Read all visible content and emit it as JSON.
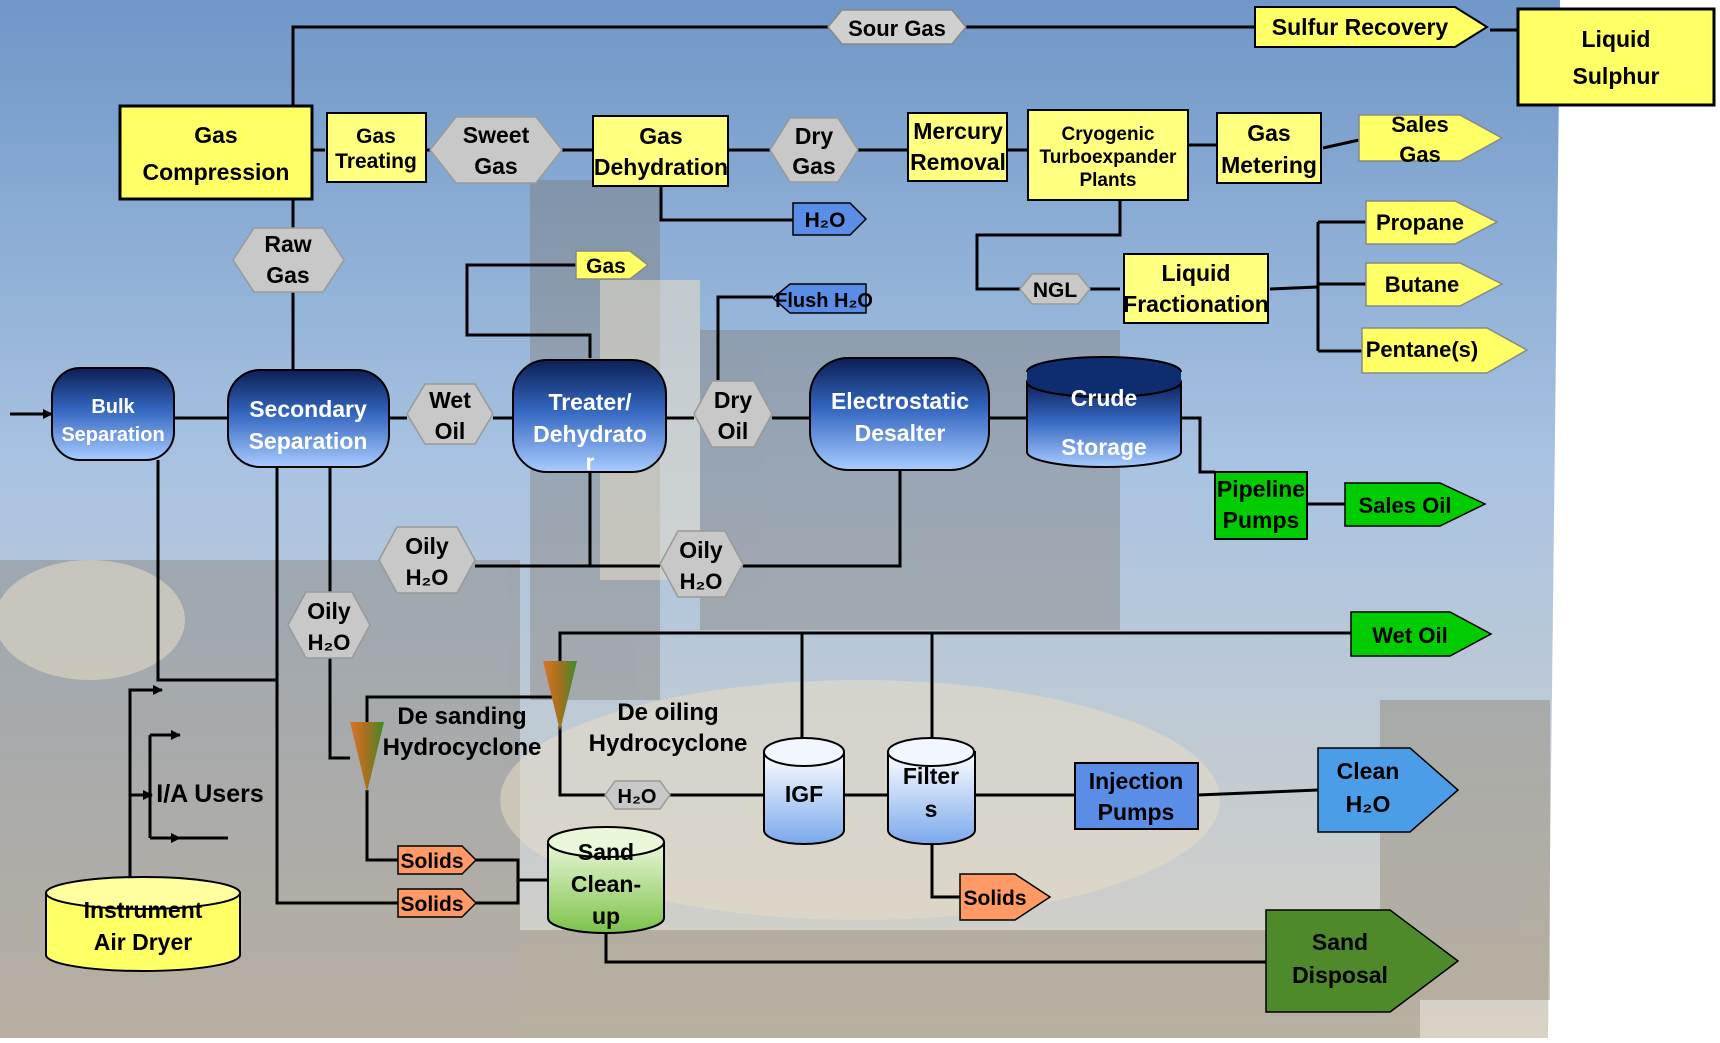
{
  "colors": {
    "yellow": "#ffff80",
    "grey": "#c8c8c8",
    "blue_light": "#9ec3f5",
    "blue_dark": "#0e2d6e",
    "green": "#00cc00",
    "green_dark": "#4e8a2a",
    "green_light": "#b7df8a",
    "orange": "#ff9966",
    "sky": "#8fb3d9"
  },
  "labels": {
    "sour_gas": "Sour Gas",
    "sulfur_recovery": "Sulfur Recovery",
    "liquid_sulphur": [
      "Liquid",
      "Sulphur"
    ],
    "gas_compression": [
      "Gas",
      "Compression"
    ],
    "gas_treating": [
      "Gas",
      "Treating"
    ],
    "sweet_gas": [
      "Sweet",
      "Gas"
    ],
    "gas_dehydration": [
      "Gas",
      "Dehydration"
    ],
    "dry_gas": [
      "Dry",
      "Gas"
    ],
    "mercury_removal": [
      "Mercury",
      "Removal"
    ],
    "cryogenic": [
      "Cryogenic",
      "Turboexpander",
      "Plants"
    ],
    "gas_metering": [
      "Gas",
      "Metering"
    ],
    "sales_gas": [
      "Sales",
      "Gas"
    ],
    "raw_gas": [
      "Raw",
      "Gas"
    ],
    "h2o_dehy": "H₂O",
    "gas_small": "Gas",
    "flush_h2o": "Flush H₂O",
    "ngl": "NGL",
    "liquid_fractionation": [
      "Liquid",
      "Fractionation"
    ],
    "propane": "Propane",
    "butane": "Butane",
    "pentanes": "Pentane(s)",
    "bulk_separation": [
      "Bulk",
      "Separation"
    ],
    "secondary_separation": [
      "Secondary",
      "Separation"
    ],
    "wet_oil_hex": [
      "Wet",
      "Oil"
    ],
    "treater": [
      "Treater/",
      "Dehydrato",
      "r"
    ],
    "dry_oil": [
      "Dry",
      "Oil"
    ],
    "electrostatic": [
      "Electrostatic",
      "Desalter"
    ],
    "crude_storage": [
      "Crude",
      "Storage"
    ],
    "pipeline_pumps": [
      "Pipeline",
      "Pumps"
    ],
    "sales_oil": "Sales Oil",
    "oily_h2o": [
      "Oily",
      "H₂O"
    ],
    "wet_oil_out": "Wet Oil",
    "desanding": [
      "De sanding",
      "Hydrocyclone"
    ],
    "deoiling": [
      "De oiling",
      "Hydrocyclone"
    ],
    "h2o_small": "H₂O",
    "igf": "IGF",
    "filters": [
      "Filter",
      "s"
    ],
    "injection_pumps": [
      "Injection",
      "Pumps"
    ],
    "clean_h2o": [
      "Clean",
      "H₂O"
    ],
    "ia_users": "I/A Users",
    "instrument_air_dryer": [
      "Instrument",
      "Air Dryer"
    ],
    "solids": "Solids",
    "sand_cleanup": [
      "Sand",
      "Clean-",
      "up"
    ],
    "sand_disposal": [
      "Sand",
      "Disposal"
    ]
  }
}
